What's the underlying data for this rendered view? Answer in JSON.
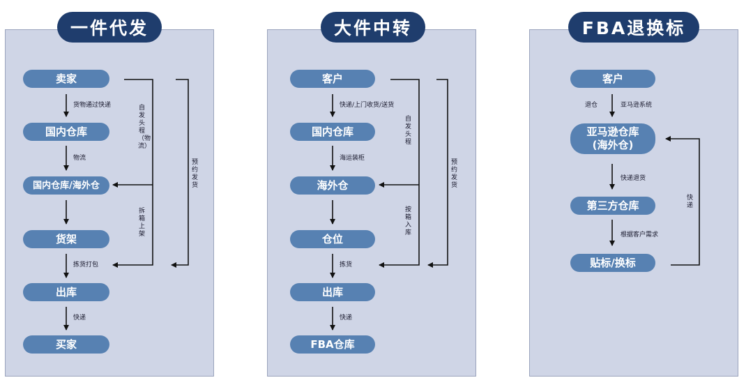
{
  "panel1": {
    "title": "一件代发",
    "nodes": [
      "卖家",
      "国内仓库",
      "国内仓库/海外仓",
      "货架",
      "出库",
      "买家"
    ],
    "labels": [
      "货物通过快递",
      "物流",
      "拣货打包",
      "快递"
    ],
    "side_labels": [
      "自发头程（物流）",
      "拆箱上架",
      "预约发货"
    ]
  },
  "panel2": {
    "title": "大件中转",
    "nodes": [
      "客户",
      "国内仓库",
      "海外仓",
      "仓位",
      "出库",
      "FBA仓库"
    ],
    "labels": [
      "快递/上门收货/送货",
      "海运装柜",
      "拣货",
      "快递"
    ],
    "side_labels": [
      "自发头程",
      "按箱入库",
      "预约发货"
    ]
  },
  "panel3": {
    "title": "FBA退换标",
    "nodes": [
      "客户",
      "亚马逊仓库\n(海外仓)",
      "第三方仓库",
      "贴标/换标"
    ],
    "labels": [
      "退仓",
      "亚马逊系统",
      "快递退货",
      "根据客户需求"
    ],
    "side_labels": [
      "快递"
    ]
  }
}
